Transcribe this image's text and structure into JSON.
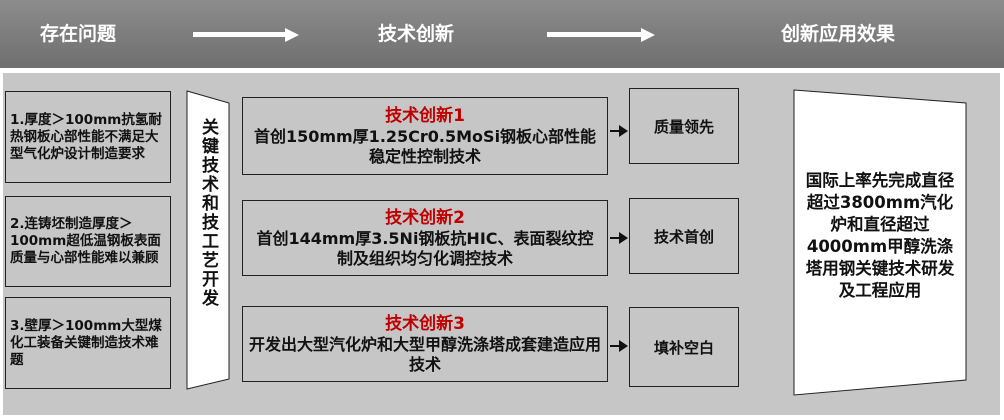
{
  "header": {
    "col1": "存在问题",
    "col2": "技术创新",
    "col3": "创新应用效果"
  },
  "problems": [
    "1.厚度＞100mm抗氢耐热钢板心部性能不满足大型气化炉设计制造要求",
    "2.连铸坯制造厚度＞100mm超低温钢板表面质量与心部性能难以兼顾",
    "3.壁厚＞100mm大型煤化工装备关键制造技术难题"
  ],
  "key_tech": "关键技术和技工艺开发",
  "innovations": [
    {
      "title": "技术创新1",
      "desc": "首创150mm厚1.25Cr0.5MoSi钢板心部性能稳定性控制技术"
    },
    {
      "title": "技术创新2",
      "desc": "首创144mm厚3.5Ni钢板抗HIC、表面裂纹控制及组织均匀化调控技术"
    },
    {
      "title": "技术创新3",
      "desc": "开发出大型汽化炉和大型甲醇洗涤塔成套建造应用技术"
    }
  ],
  "results": [
    "质量领先",
    "技术首创",
    "填补空白"
  ],
  "effect": "国际上率先完成直径超过3800mm汽化炉和直径超过4000mm甲醇洗涤塔用钢关键技术研发及工程应用",
  "colors": {
    "accent_red": "#c00000",
    "panel_grey": "#c6c6c6",
    "header_grey": "#7a7a7a"
  }
}
